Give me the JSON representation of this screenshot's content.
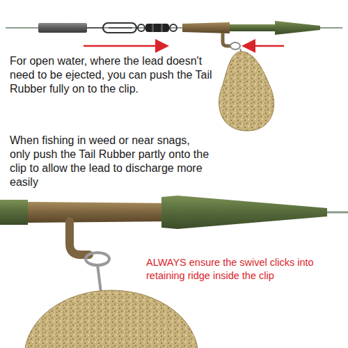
{
  "diagram": {
    "labels": [
      "For open water, where the lead doesn't need to be ejected, you can push the Tail Rubber fully on to the clip.",
      "When fishing in weed or near snags, only push the Tail Rubber partly onto the clip to allow the lead to discharge more easily",
      "ALWAYS ensure the swivel clicks into retaining ridge inside the clip"
    ]
  }
}
